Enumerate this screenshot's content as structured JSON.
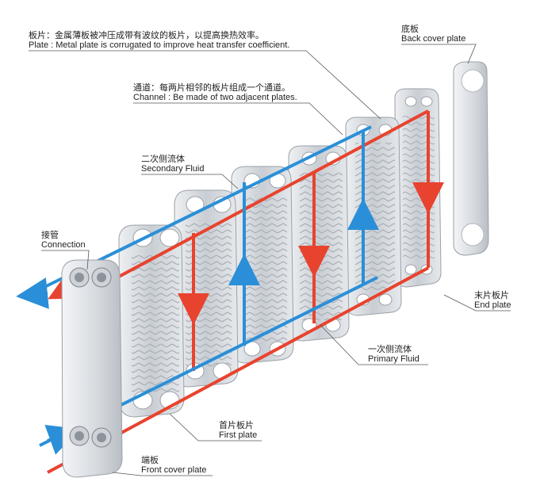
{
  "colors": {
    "hot_fluid": "#e8432e",
    "cold_fluid": "#2a8fd8",
    "plate_fill": "#d9dde2",
    "plate_edge": "#9aa1a8",
    "port": "#ffffff"
  },
  "labels": {
    "plate": {
      "zh": "板片：金属薄板被冲压成带有波纹的板片，以提高换热效率。",
      "en": "Plate : Metal plate is corrugated to improve heat transfer coefficient."
    },
    "back_cover": {
      "zh": "底板",
      "en": "Back cover plate"
    },
    "channel": {
      "zh": "通道：每两片相邻的板片组成一个通道。",
      "en": "Channel : Be made of two adjacent plates."
    },
    "secondary": {
      "zh": "二次侧流体",
      "en": "Secondary Fluid"
    },
    "connection": {
      "zh": "接管",
      "en": "Connection"
    },
    "end_plate": {
      "zh": "末片板片",
      "en": "End plate"
    },
    "primary": {
      "zh": "一次侧流体",
      "en": "Primary Fluid"
    },
    "first_plate": {
      "zh": "首片板片",
      "en": "First plate"
    },
    "front_cover": {
      "zh": "端板",
      "en": "Front cover plate"
    }
  }
}
